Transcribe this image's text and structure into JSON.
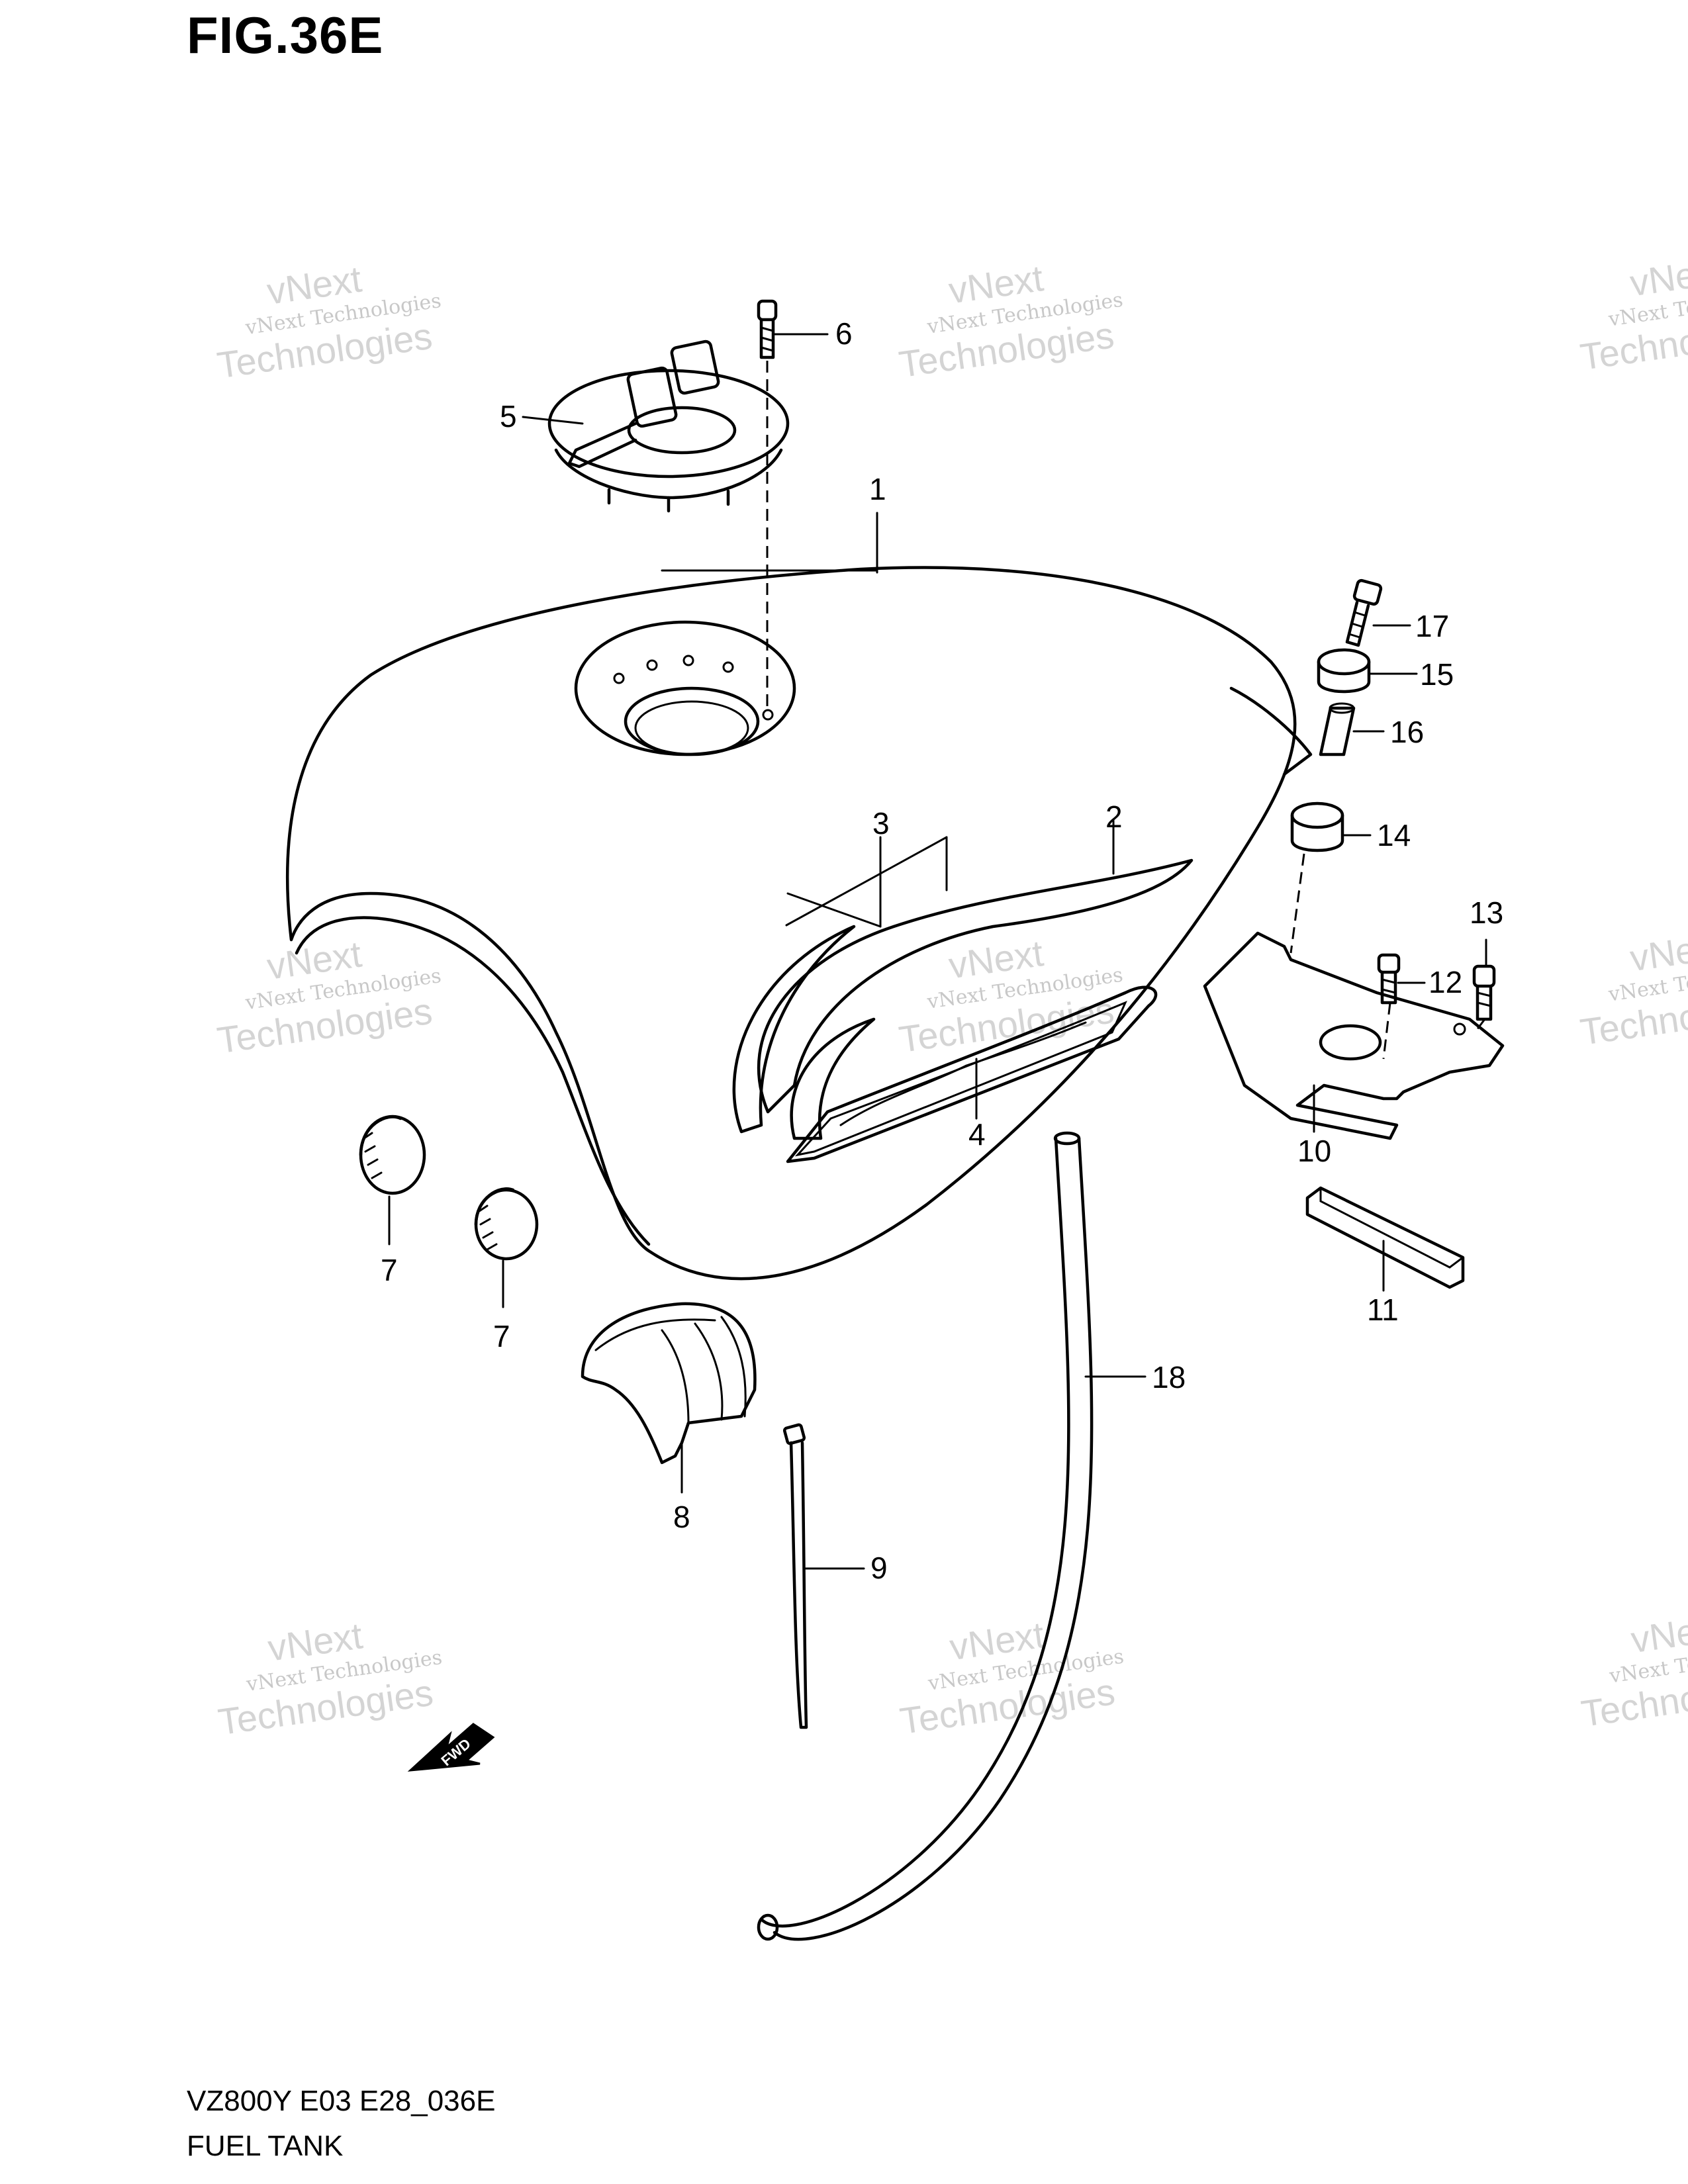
{
  "figure": {
    "title": "FIG.36E",
    "model_code": "VZ800Y E03 E28_036E",
    "subtitle": "FUEL TANK"
  },
  "watermark": {
    "line1": "vNext",
    "line2": "vNext Technologies",
    "line3": "Technologies"
  },
  "badge": {
    "fwd": "FWD"
  },
  "callouts": [
    "1",
    "2",
    "3",
    "4",
    "5",
    "6",
    "7",
    "7",
    "8",
    "9",
    "10",
    "11",
    "12",
    "13",
    "14",
    "15",
    "16",
    "17",
    "18"
  ]
}
